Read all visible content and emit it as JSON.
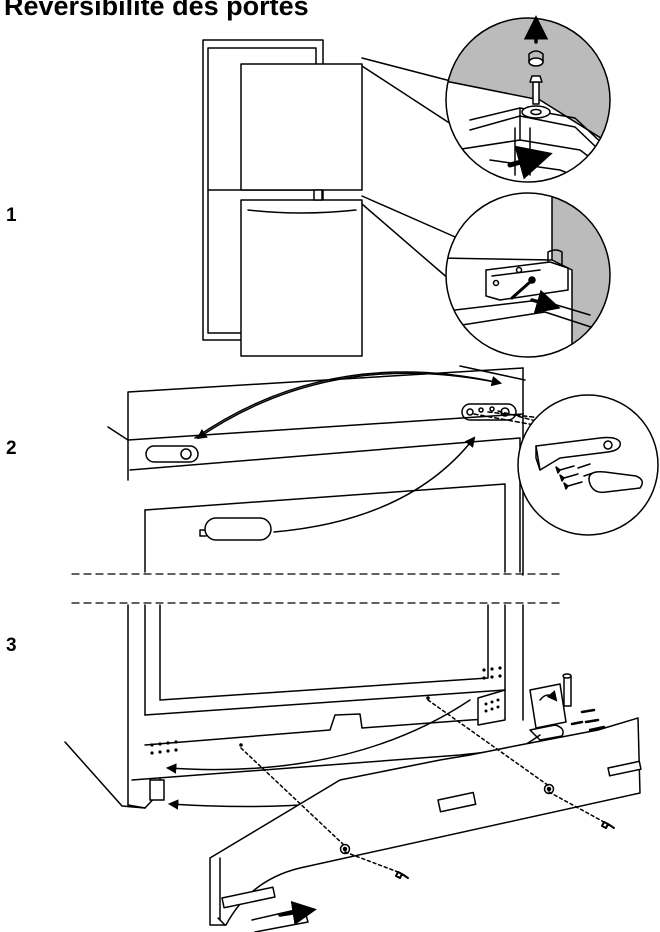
{
  "title": "Reversibilité des portes",
  "steps": [
    "1",
    "2",
    "3"
  ],
  "colors": {
    "ink": "#000000",
    "shade": "#bbbbbb",
    "paper": "#ffffff"
  }
}
